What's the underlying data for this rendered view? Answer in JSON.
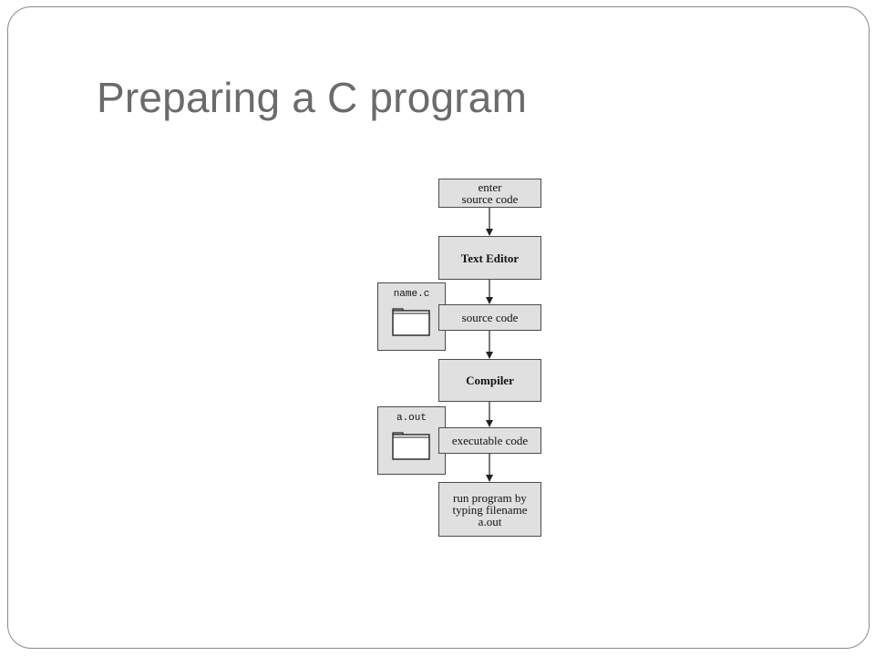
{
  "slide": {
    "title": "Preparing a C program"
  },
  "flowchart": {
    "steps": [
      {
        "label": "enter\nsource code"
      },
      {
        "label": "Text Editor"
      },
      {
        "label": "source code"
      },
      {
        "label": "Compiler"
      },
      {
        "label": "executable code"
      },
      {
        "label": "run program by\ntyping filename\na.out"
      }
    ],
    "files": [
      {
        "name": "name.c",
        "icon": "folder-icon"
      },
      {
        "name": "a.out",
        "icon": "folder-icon"
      }
    ]
  }
}
